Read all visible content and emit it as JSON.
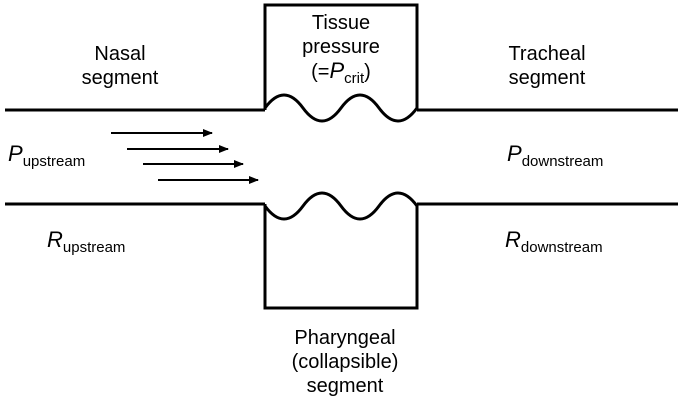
{
  "labels": {
    "nasal_line1": "Nasal",
    "nasal_line2": "segment",
    "tissue_line1": "Tissue",
    "tissue_line2": "pressure",
    "tissue_eq_prefix": "(=",
    "tissue_eq_symbol": "P",
    "tissue_eq_sub": "crit",
    "tissue_eq_suffix": ")",
    "tracheal_line1": "Tracheal",
    "tracheal_line2": "segment",
    "p_up_symbol": "P",
    "p_up_sub": "upstream",
    "p_down_symbol": "P",
    "p_down_sub": "downstream",
    "r_up_symbol": "R",
    "r_up_sub": "upstream",
    "r_down_symbol": "R",
    "r_down_sub": "downstream",
    "pharyngeal_line1": "Pharyngeal",
    "pharyngeal_line2": "(collapsible)",
    "pharyngeal_line3": "segment"
  },
  "colors": {
    "stroke": "#000000",
    "background": "#ffffff"
  }
}
